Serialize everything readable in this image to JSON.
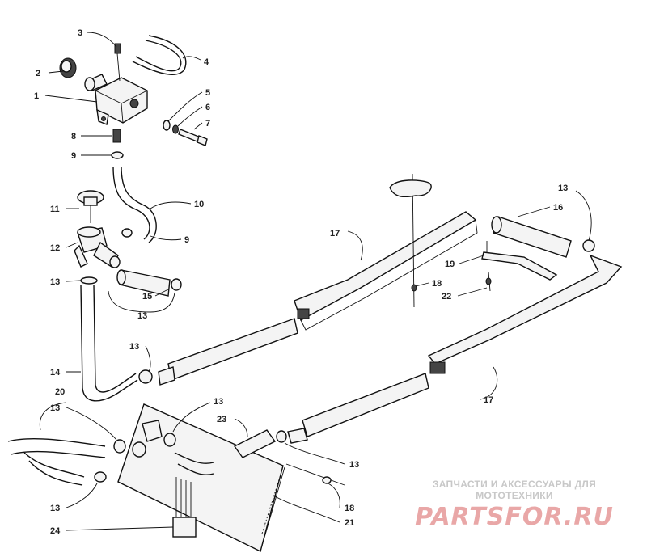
{
  "labels": {
    "l1": "1",
    "l2": "2",
    "l3": "3",
    "l4": "4",
    "l5": "5",
    "l6": "6",
    "l7": "7",
    "l8": "8",
    "l9a": "9",
    "l9b": "9",
    "l10": "10",
    "l11": "11",
    "l12": "12",
    "l13a": "13",
    "l13b": "13",
    "l13c": "13",
    "l13d": "13",
    "l13e": "13",
    "l13f": "13",
    "l13g": "13",
    "l13h": "13",
    "l14": "14",
    "l15": "15",
    "l16": "16",
    "l17a": "17",
    "l17b": "17",
    "l18a": "18",
    "l18b": "18",
    "l19": "19",
    "l20": "20",
    "l21": "21",
    "l22": "22",
    "l23": "23",
    "l24": "24"
  },
  "watermark": {
    "subtitle": "ЗАПЧАСТИ И АКСЕССУАРЫ ДЛЯ МОТОТЕХНИКИ",
    "brand": "PARTSFOR.RU"
  }
}
